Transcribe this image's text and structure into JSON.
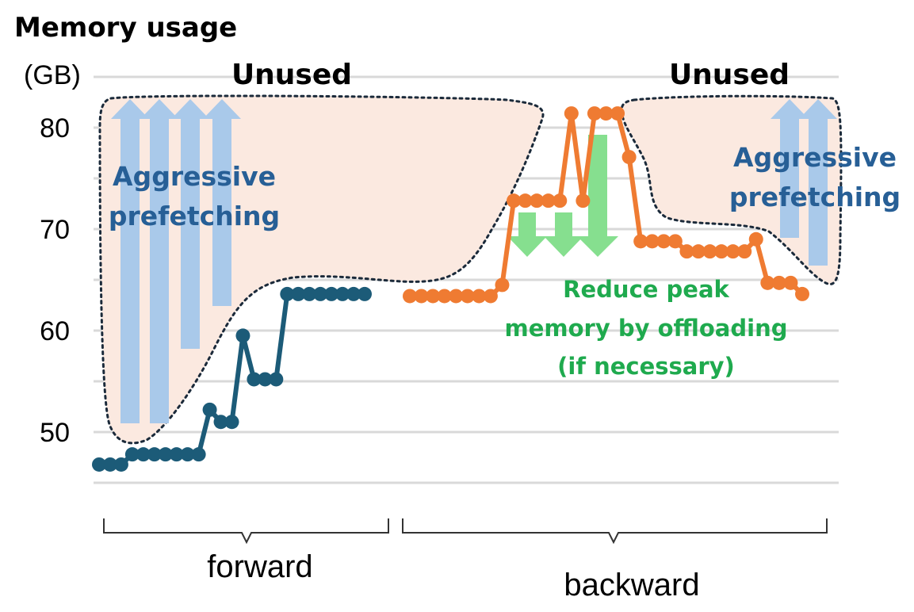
{
  "chart_data": {
    "type": "line",
    "title": "Memory usage",
    "ylabel": "(GB)",
    "ylim": [
      44.5,
      86
    ],
    "yticks": [
      50,
      60,
      70,
      80
    ],
    "grid": true,
    "series": [
      {
        "phase": "forward",
        "color": "#1c5b78",
        "values": [
          46.8,
          46.8,
          46.8,
          47.8,
          47.8,
          47.8,
          47.8,
          47.8,
          47.8,
          47.8,
          52.2,
          51.0,
          51.0,
          59.5,
          55.2,
          55.2,
          55.2,
          63.6,
          63.6,
          63.6,
          63.6,
          63.6,
          63.6,
          63.6,
          63.6
        ]
      },
      {
        "phase": "backward",
        "color": "#ef7b32",
        "values": [
          63.4,
          63.4,
          63.4,
          63.4,
          63.4,
          63.4,
          63.4,
          63.4,
          64.5,
          72.8,
          72.8,
          72.8,
          72.8,
          72.8,
          81.4,
          72.8,
          81.4,
          81.4,
          81.4,
          77.1,
          68.8,
          68.8,
          68.8,
          68.8,
          67.8,
          67.8,
          67.8,
          67.8,
          67.8,
          67.8,
          69.0,
          64.7,
          64.7,
          64.7,
          63.6
        ]
      }
    ],
    "annotations": {
      "unused_left": "Unused",
      "unused_right": "Unused",
      "prefetch_left": [
        "Aggressive",
        "prefetching"
      ],
      "prefetch_right": [
        "Aggressive",
        "prefetching"
      ],
      "offload": [
        "Reduce peak",
        "memory by offloading",
        "(if necessary)"
      ]
    },
    "phases": [
      "forward",
      "backward"
    ],
    "colors": {
      "unused_fill": "#fbe9e0",
      "prefetch_arrow": "#a9c9ea",
      "offload_arrow": "#86df8f",
      "grid": "#d9d9d9"
    }
  }
}
